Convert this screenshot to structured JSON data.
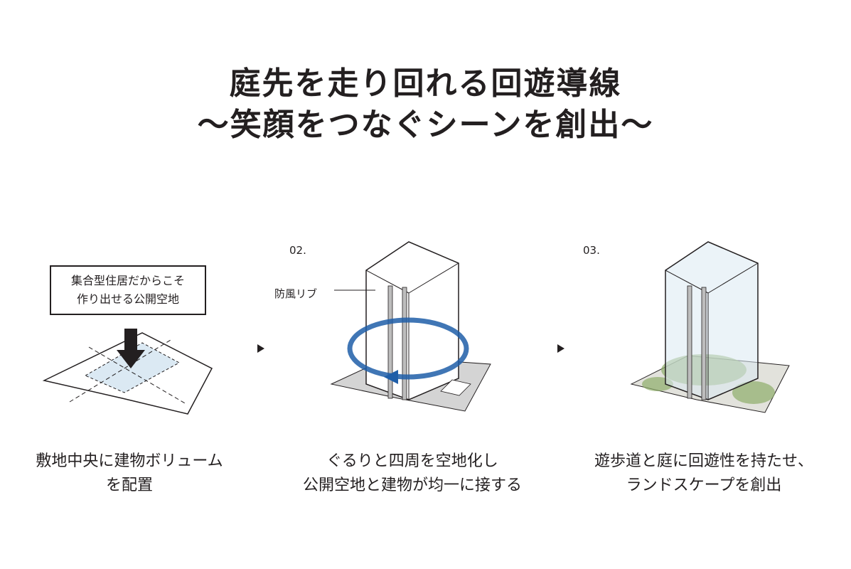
{
  "title": {
    "line1": "庭先を走り回れる回遊導線",
    "line2": "〜笑顔をつなぐシーンを創出〜"
  },
  "steps": [
    {
      "number": "",
      "callout_line1": "集合型住居だからこそ",
      "callout_line2": "作り出せる公開空地",
      "caption_line1": "敷地中央に建物ボリューム",
      "caption_line2": "を配置"
    },
    {
      "number": "02.",
      "label": "防風リブ",
      "caption_line1": "ぐるりと四周を空地化し",
      "caption_line2": "公開空地と建物が均一に接する"
    },
    {
      "number": "03.",
      "caption_line1": "遊歩道と庭に回遊性を持たせ、",
      "caption_line2": "ランドスケープを創出"
    }
  ],
  "colors": {
    "text": "#231f20",
    "site_gray": "#d4d4d4",
    "glass_blue": "#dbe9f3",
    "arrow_blue": "#1f5ea8",
    "green": "#8fae6a"
  }
}
